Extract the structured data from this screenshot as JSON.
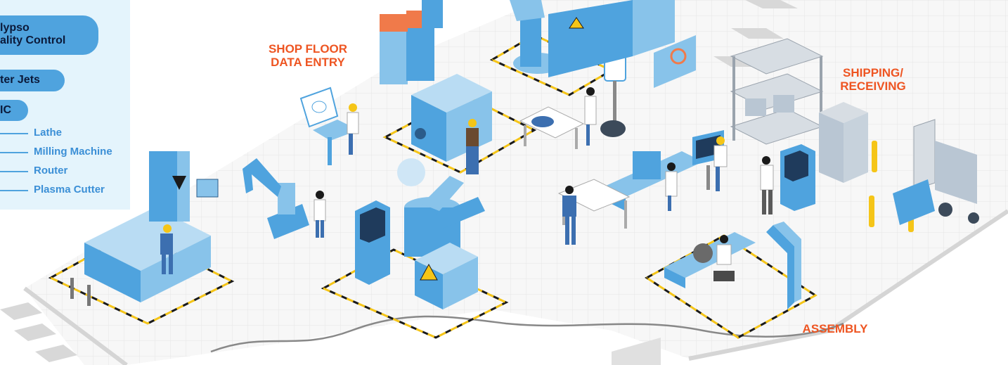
{
  "legend": {
    "calypso_line1": "lypso",
    "calypso_line2": "ality Control",
    "water_jets": "ter Jets",
    "cnc": "IC",
    "cnc_items": [
      "Lathe",
      "Milling Machine",
      "Router",
      "Plasma Cutter"
    ]
  },
  "zones": {
    "shop_floor_line1": "SHOP FLOOR",
    "shop_floor_line2": "DATA ENTRY",
    "shipping_line1": "SHIPPING/",
    "shipping_line2": "RECEIVING",
    "assembly": "ASSEMBLY"
  },
  "colors": {
    "label_orange": "#ee5522",
    "machine_blue": "#4fa3de",
    "panel_bg": "#e4f4fc",
    "navy_text": "#0b1a3a",
    "hazard_yellow": "#f5c518"
  }
}
